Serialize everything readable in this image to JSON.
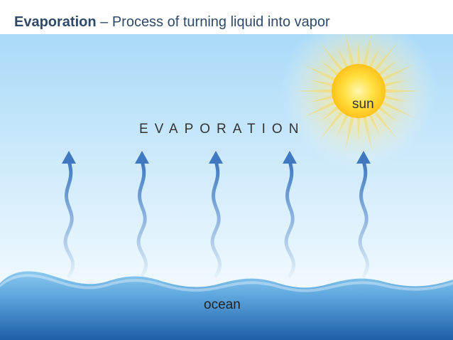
{
  "title": {
    "bold": "Evaporation",
    "rest": " – Process of turning liquid into vapor"
  },
  "labels": {
    "evaporation": "EVAPORATION",
    "sun": "sun",
    "ocean": "ocean"
  },
  "colors": {
    "sky_top": "#a9daf7",
    "sky_bottom": "#ffffff",
    "ocean_top": "#7dbde8",
    "ocean_bottom": "#1d5fa8",
    "arrow": "#3f78c0",
    "sun_core": "#ffd21a",
    "title_text": "#2f4a69"
  },
  "icons": [
    "sun-icon",
    "vapor-arrow-icon",
    "ocean-waves"
  ]
}
